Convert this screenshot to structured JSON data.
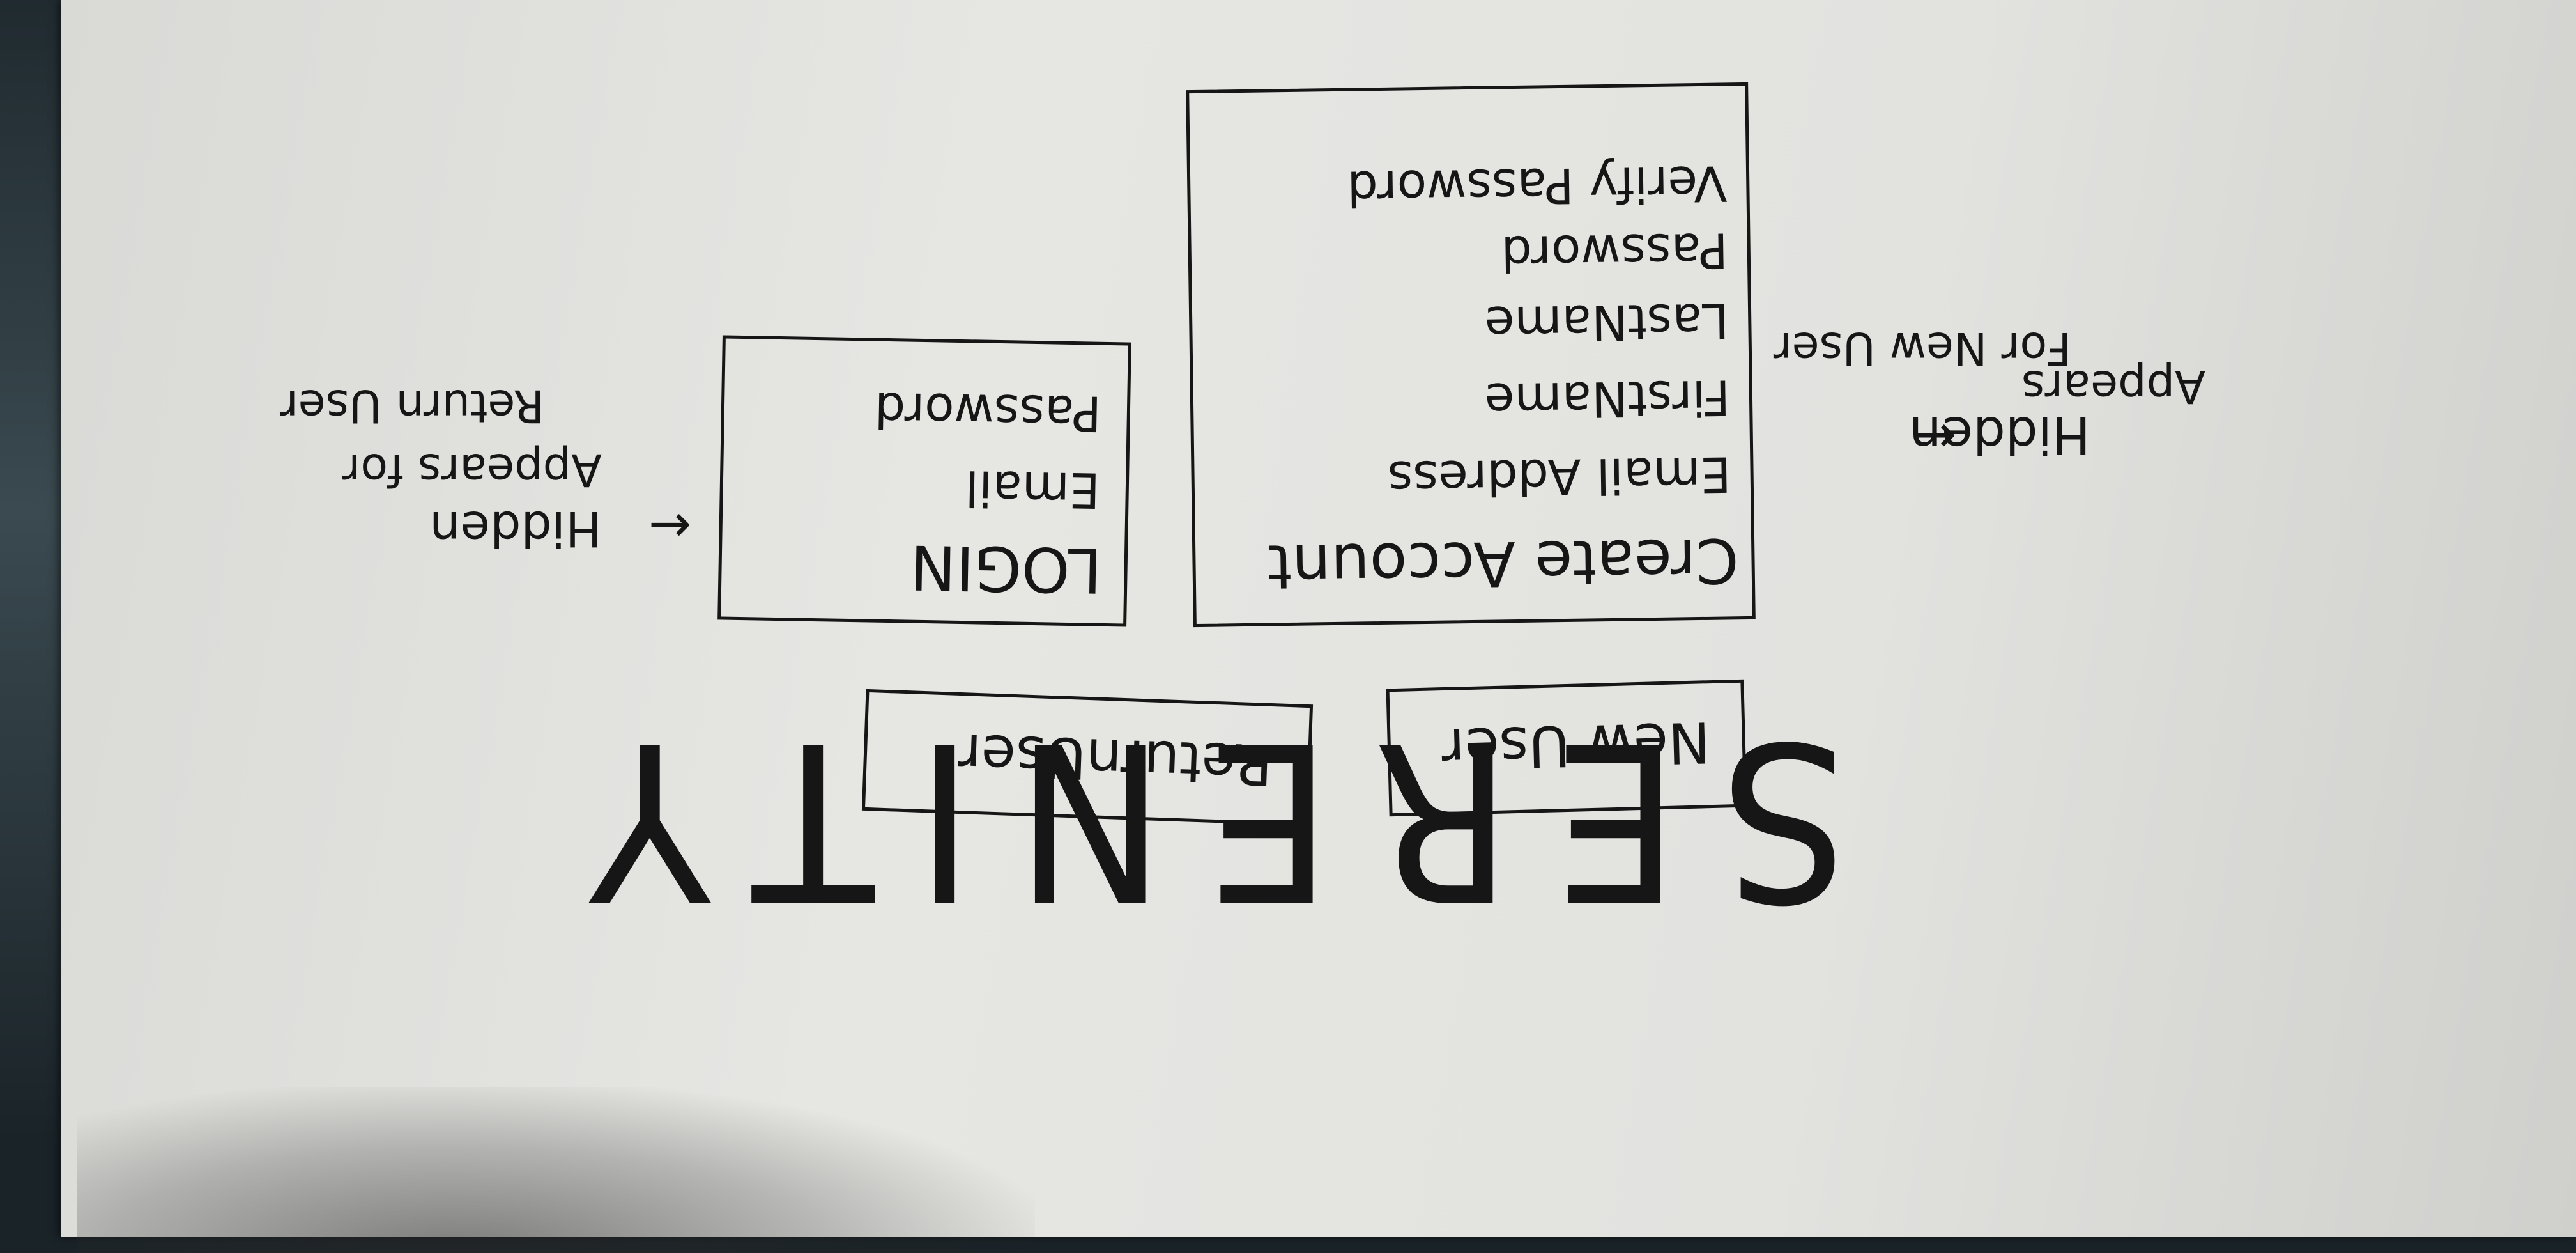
{
  "app": {
    "title": "SERENITY"
  },
  "buttons": {
    "new_user": "New User",
    "return_user": "ReturnUser"
  },
  "login_panel": {
    "heading": "LOGIN",
    "fields": [
      "Email",
      "Password"
    ],
    "annotation": [
      "Hidden",
      "Appears for",
      "Return User"
    ]
  },
  "create_panel": {
    "heading": "Create Account",
    "fields": [
      "Email Address",
      "FirstName",
      "LastName",
      "Password",
      "Verify Password"
    ],
    "annotation": [
      "Hidden",
      "Appears",
      "For New User"
    ]
  },
  "icons": {
    "arrow": "left-arrow-icon"
  },
  "colors": {
    "paper": "#e4e4e1",
    "ink": "#161616",
    "surface": "#1a2328"
  }
}
